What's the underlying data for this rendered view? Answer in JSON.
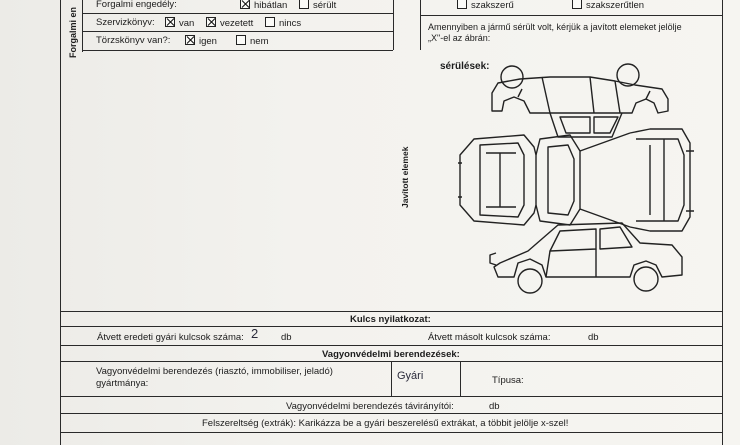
{
  "left_header": {
    "side_label": "Forgalmi en",
    "forgalmi_label": "Forgalmi engedély:",
    "forgalmi_opt1": "hibátlan",
    "forgalmi_opt2": "sérült",
    "szerviz_label": "Szervizkönyv:",
    "szerviz_opt1": "van",
    "szerviz_opt2": "vezetett",
    "szerviz_opt3": "nincs",
    "torzs_label": "Törzskönyv van?:",
    "torzs_opt1": "igen",
    "torzs_opt2": "nem"
  },
  "right_header": {
    "opt1": "szakszerű",
    "opt2": "szakszerűtlen",
    "instruction_line1": "Amennyiben a jármű sérült volt, kérjük a javított elemeket jelölje",
    "instruction_line2": "„X\"-el az ábrán:"
  },
  "diagram": {
    "damage_label": "sérülések:",
    "repaired_label": "Javított elemek"
  },
  "keys": {
    "title": "Kulcs nyilatkozat:",
    "original_label": "Átvett eredeti gyári kulcsok száma:",
    "original_value": "2",
    "original_unit": "db",
    "copy_label": "Átvett másolt kulcsok száma:",
    "copy_unit": "db"
  },
  "security": {
    "title": "Vagyonvédelmi berendezések:",
    "maker_label_line1": "Vagyonvédelmi berendezés (riasztó, immobiliser, jeladó)",
    "maker_label_line2": "gyártmánya:",
    "maker_value": "Gyári",
    "type_label": "Típusa:",
    "remote_label": "Vagyonvédelmi berendezés távirányítói:",
    "remote_unit": "db"
  },
  "extras": {
    "title": "Felszereltség (extrák): Karikázza be a gyári beszerelésű extrákat, a többit jelölje x-szel!"
  },
  "checkboxes": {
    "forgalmi_hibatlan": true,
    "forgalmi_serult": false,
    "szerviz_van": true,
    "szerviz_vezetett": true,
    "szerviz_nincs": false,
    "torzs_igen": true,
    "torzs_nem": false,
    "szakszeru": false,
    "szakszerutlen": false
  }
}
